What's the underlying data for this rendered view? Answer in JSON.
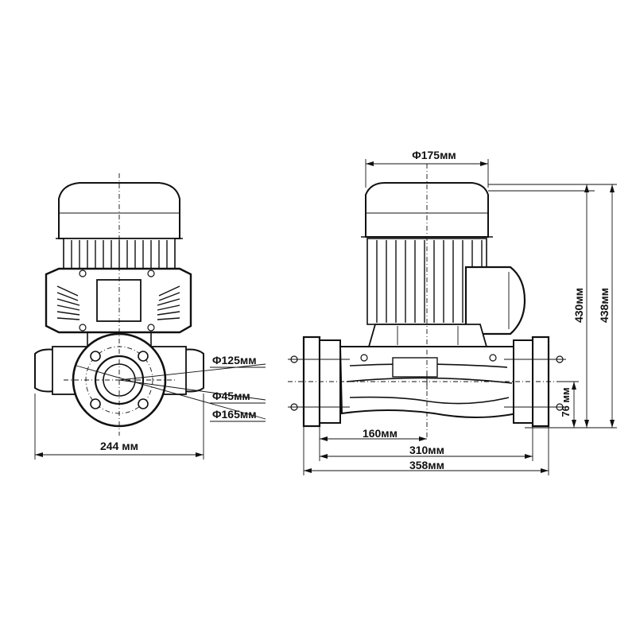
{
  "diagram": {
    "front_view": {
      "width_label": "244 мм",
      "flange_outer_label": "Φ165мм",
      "bolt_circle_label": "Φ125мм",
      "bore_label": "Φ45мм"
    },
    "side_view": {
      "motor_diameter_label": "Φ175мм",
      "height_430_label": "430мм",
      "height_438_label": "438мм",
      "base_height_label": "76 мм",
      "half_length_label": "160мм",
      "port_length_label": "310мм",
      "overall_length_label": "358мм"
    }
  }
}
